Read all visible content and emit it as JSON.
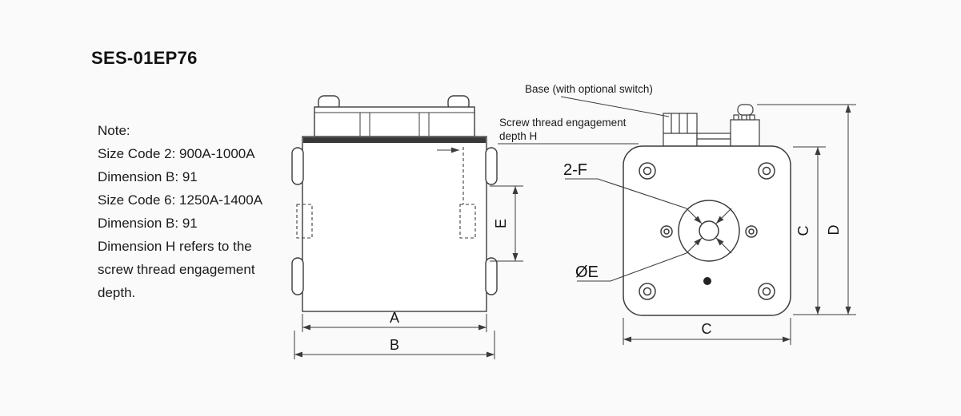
{
  "title": "SES-01EP76",
  "colors": {
    "background": "#fafafa",
    "line": "#3c3c3c",
    "text": "#141414",
    "contact_band": "#383838"
  },
  "note": {
    "lines": [
      "Note:",
      "Size Code 2: 900A-1000A",
      "Dimension B: 91",
      "Size Code 6: 1250A-1400A",
      "Dimension B: 91",
      "Dimension H refers to the",
      "screw thread engagement",
      "depth."
    ]
  },
  "callouts": {
    "base": "Base (with optional switch)",
    "screw_line1": "Screw thread engagement",
    "screw_line2": "depth H"
  },
  "dims": {
    "a": "A",
    "b": "B",
    "e": "E",
    "c_right": "C",
    "d": "D",
    "c_bottom": "C",
    "two_f": "2-F",
    "dia_e": "ØE"
  }
}
